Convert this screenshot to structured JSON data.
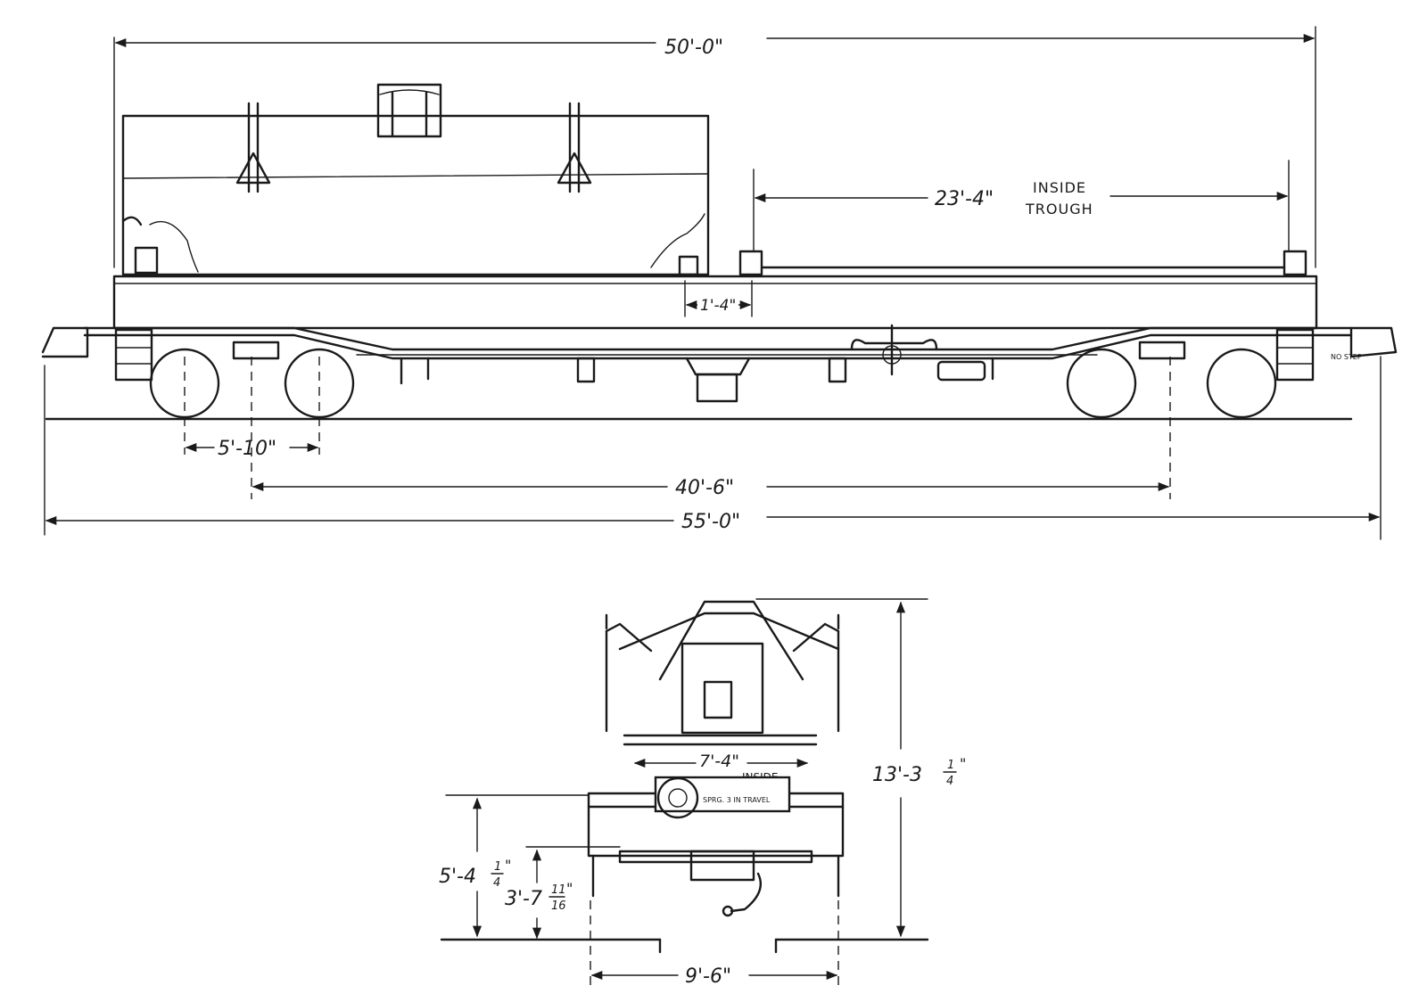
{
  "side_view": {
    "overall_top": "50'-0\"",
    "trough_length": "23'-4\"",
    "trough_note_1": "INSIDE",
    "trough_note_2": "TROUGH",
    "post_spacing": "1'-4\"",
    "truck_wheelbase": "5'-10\"",
    "truck_centers": "40'-6\"",
    "overall_length": "55'-0\"",
    "end_note": "NO STEP"
  },
  "end_view": {
    "inside_width": "7'-4\"",
    "inside_note": "INSIDE",
    "spring_note": "SPRG. 3 IN TRAVEL",
    "overall_height_main": "13'-3",
    "overall_height_frac_num": "1",
    "overall_height_frac_den": "4",
    "deck_height_main": "5'-4",
    "deck_height_frac_num": "1",
    "deck_height_frac_den": "4",
    "coupler_height_main": "3'-7",
    "coupler_height_frac_num": "11",
    "coupler_height_frac_den": "16",
    "rail_width": "9'-6\""
  },
  "colors": {
    "ink": "#1a1a1a",
    "paper": "#ffffff"
  }
}
